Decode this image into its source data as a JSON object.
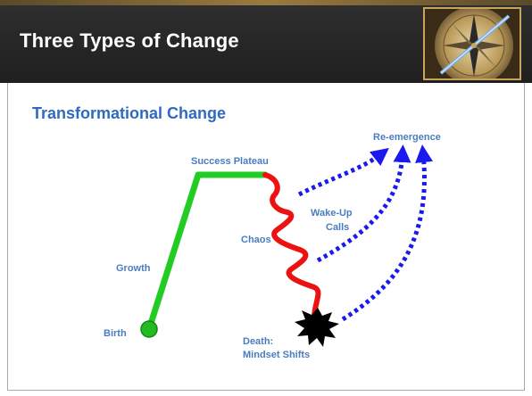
{
  "slide": {
    "title": "Three Types of Change",
    "subtitle": "Transformational Change"
  },
  "diagram": {
    "labels": {
      "birth": "Birth",
      "growth": "Growth",
      "success_plateau": "Success Plateau",
      "chaos": "Chaos",
      "wake_up_line1": "Wake-Up",
      "wake_up_line2": "Calls",
      "re_emergence": "Re-emergence",
      "death_line1": "Death:",
      "death_line2": "Mindset Shifts"
    },
    "colors": {
      "growth_line": "#22cc22",
      "chaos_line": "#ee1111",
      "re_emergence_arrows": "#1a1aee",
      "label_text": "#4a7cc0",
      "subtitle_text": "#2f6ac0",
      "title_bar": "#262626",
      "death_burst": "#000000"
    },
    "icons": {
      "title_image": "compass-image",
      "birth_marker": "green-circle",
      "death_marker": "black-starburst"
    }
  }
}
